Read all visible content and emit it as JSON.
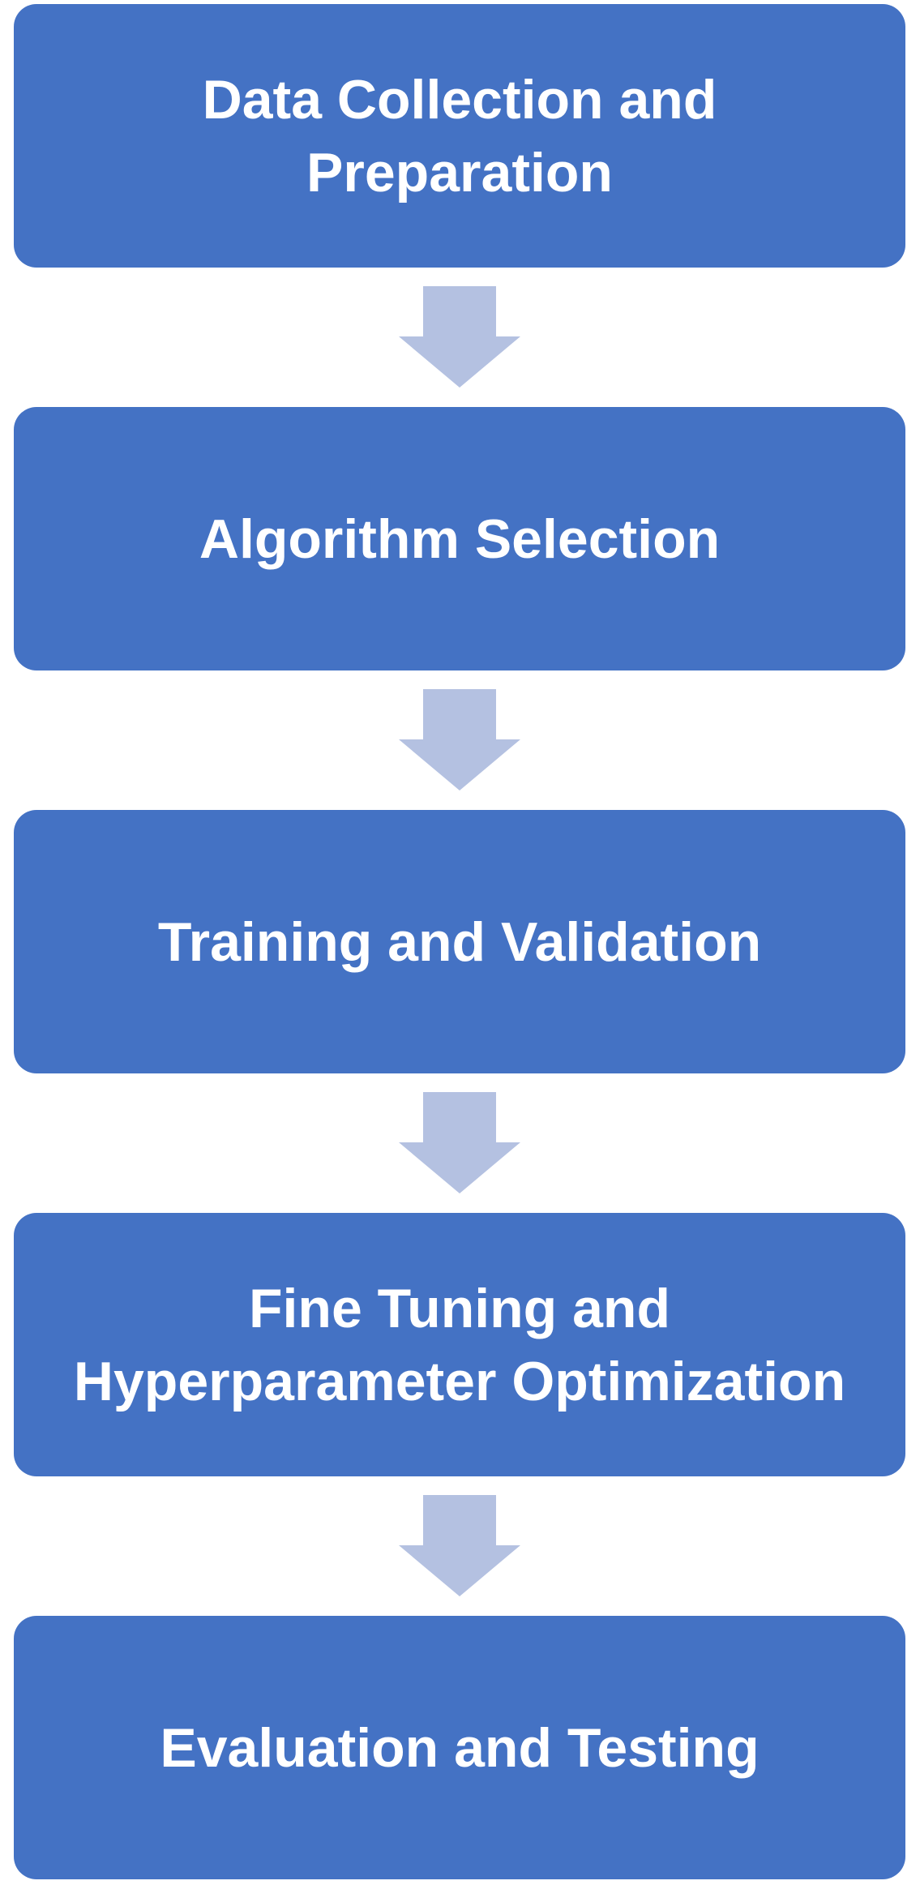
{
  "diagram": {
    "steps": [
      {
        "label_line1": "Data Collection and",
        "label_line2": "Preparation"
      },
      {
        "label_line1": "Algorithm Selection",
        "label_line2": ""
      },
      {
        "label_line1": "Training and Validation",
        "label_line2": ""
      },
      {
        "label_line1": "Fine Tuning and",
        "label_line2": "Hyperparameter Optimization"
      },
      {
        "label_line1": "Evaluation and Testing",
        "label_line2": ""
      }
    ],
    "colors": {
      "step_fill": "#4472c4",
      "step_text": "#ffffff",
      "arrow_fill": "#b4c1e1"
    }
  }
}
